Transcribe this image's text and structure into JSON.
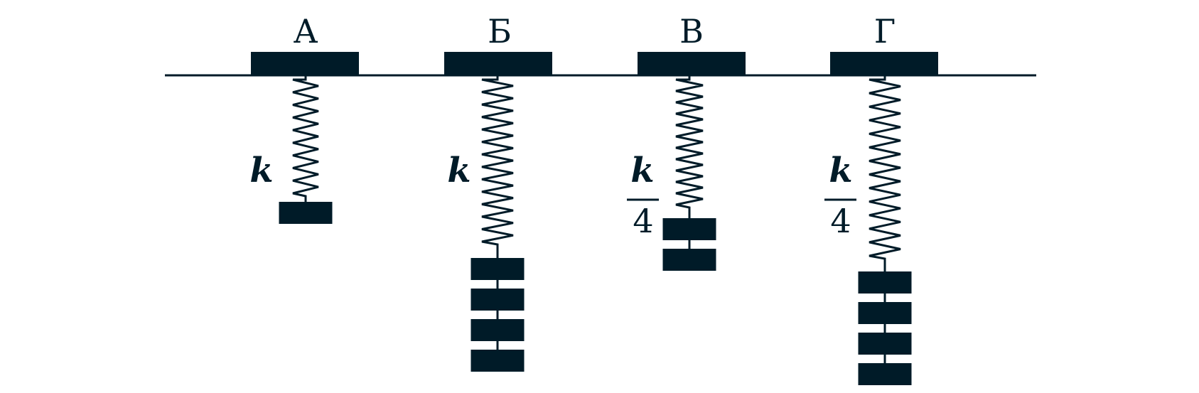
{
  "colors": {
    "ink": "#001b28",
    "background": "#ffffff"
  },
  "systems": [
    {
      "label": "А",
      "stiffness": {
        "numerator": "k",
        "denominator": ""
      },
      "masses": 1
    },
    {
      "label": "Б",
      "stiffness": {
        "numerator": "k",
        "denominator": ""
      },
      "masses": 4
    },
    {
      "label": "В",
      "stiffness": {
        "numerator": "k",
        "denominator": "4"
      },
      "masses": 2
    },
    {
      "label": "Г",
      "stiffness": {
        "numerator": "k",
        "denominator": "4"
      },
      "masses": 4
    }
  ]
}
